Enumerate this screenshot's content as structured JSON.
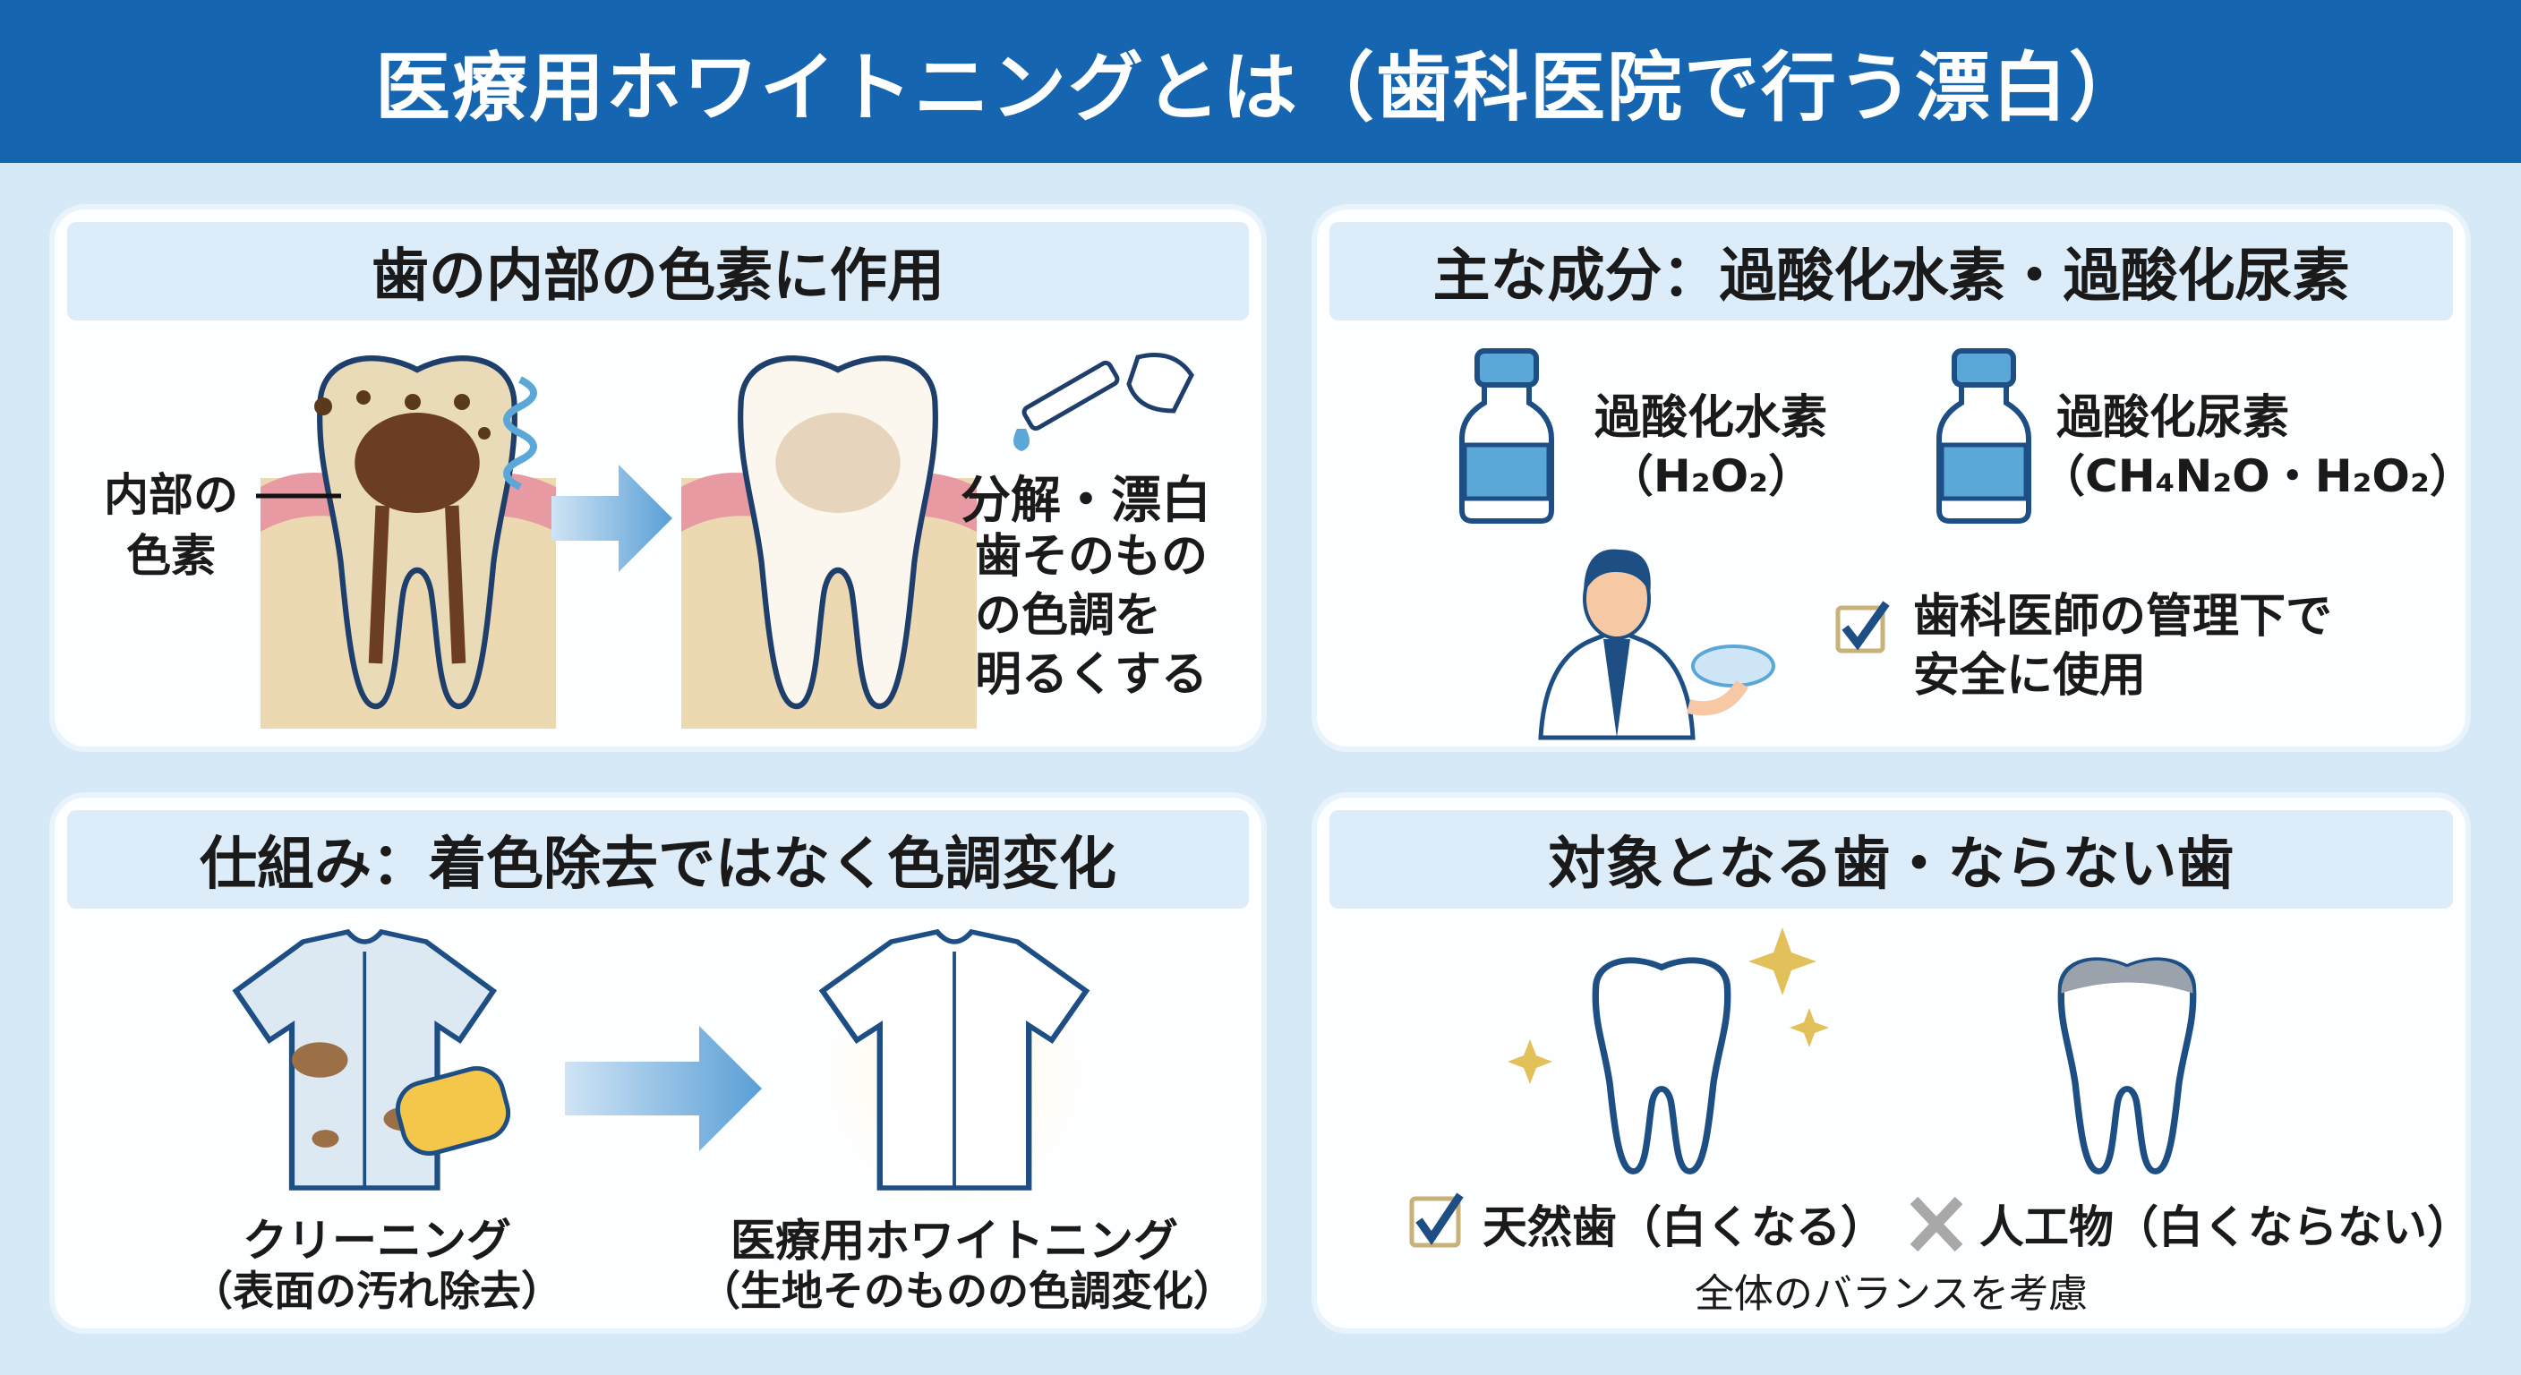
{
  "title": "医療用ホワイトニングとは（歯科医院で行う漂白）",
  "panels": {
    "internal": {
      "heading": "歯の内部の色素に作用",
      "label_line1": "内部の",
      "label_line2": "色素",
      "result_heading": "分解・漂白",
      "result_line1": "歯そのもの",
      "result_line2": "の色調を",
      "result_line3": "明るくする"
    },
    "ingredients": {
      "heading": "主な成分：過酸化水素・過酸化尿素",
      "items": [
        {
          "name": "過酸化水素",
          "formula": "（H₂O₂）"
        },
        {
          "name": "過酸化尿素",
          "formula": "（CH₄N₂O・H₂O₂）"
        }
      ],
      "safety_line1": "歯科医師の管理下で",
      "safety_line2": "安全に使用"
    },
    "mechanism": {
      "heading": "仕組み：着色除去ではなく色調変化",
      "left_label": "クリーニング",
      "left_sub": "（表面の汚れ除去）",
      "right_label": "医療用ホワイトニング",
      "right_sub": "（生地そのものの色調変化）"
    },
    "targets": {
      "heading": "対象となる歯・ならない歯",
      "yes_label": "天然歯（白くなる）",
      "no_label": "人工物（白くならない）",
      "note": "全体のバランスを考慮"
    }
  },
  "colors": {
    "header": "#1565b0",
    "background": "#d5eaf6",
    "accent": "#1e4f84",
    "arrow": "#5a9fd6",
    "check": "#c9b27a"
  }
}
